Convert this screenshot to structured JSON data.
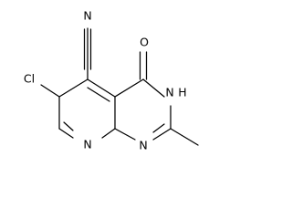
{
  "molecule": {
    "atoms": {
      "nitrile_nitrogen": "N",
      "ring_nitrogen_pyridine": "N",
      "ring_nitrogen_lower": "N",
      "ring_nitrogen_nh": "N",
      "ring_nitrogen_h": "H",
      "chlorine": "Cl",
      "oxygen": "O"
    }
  }
}
